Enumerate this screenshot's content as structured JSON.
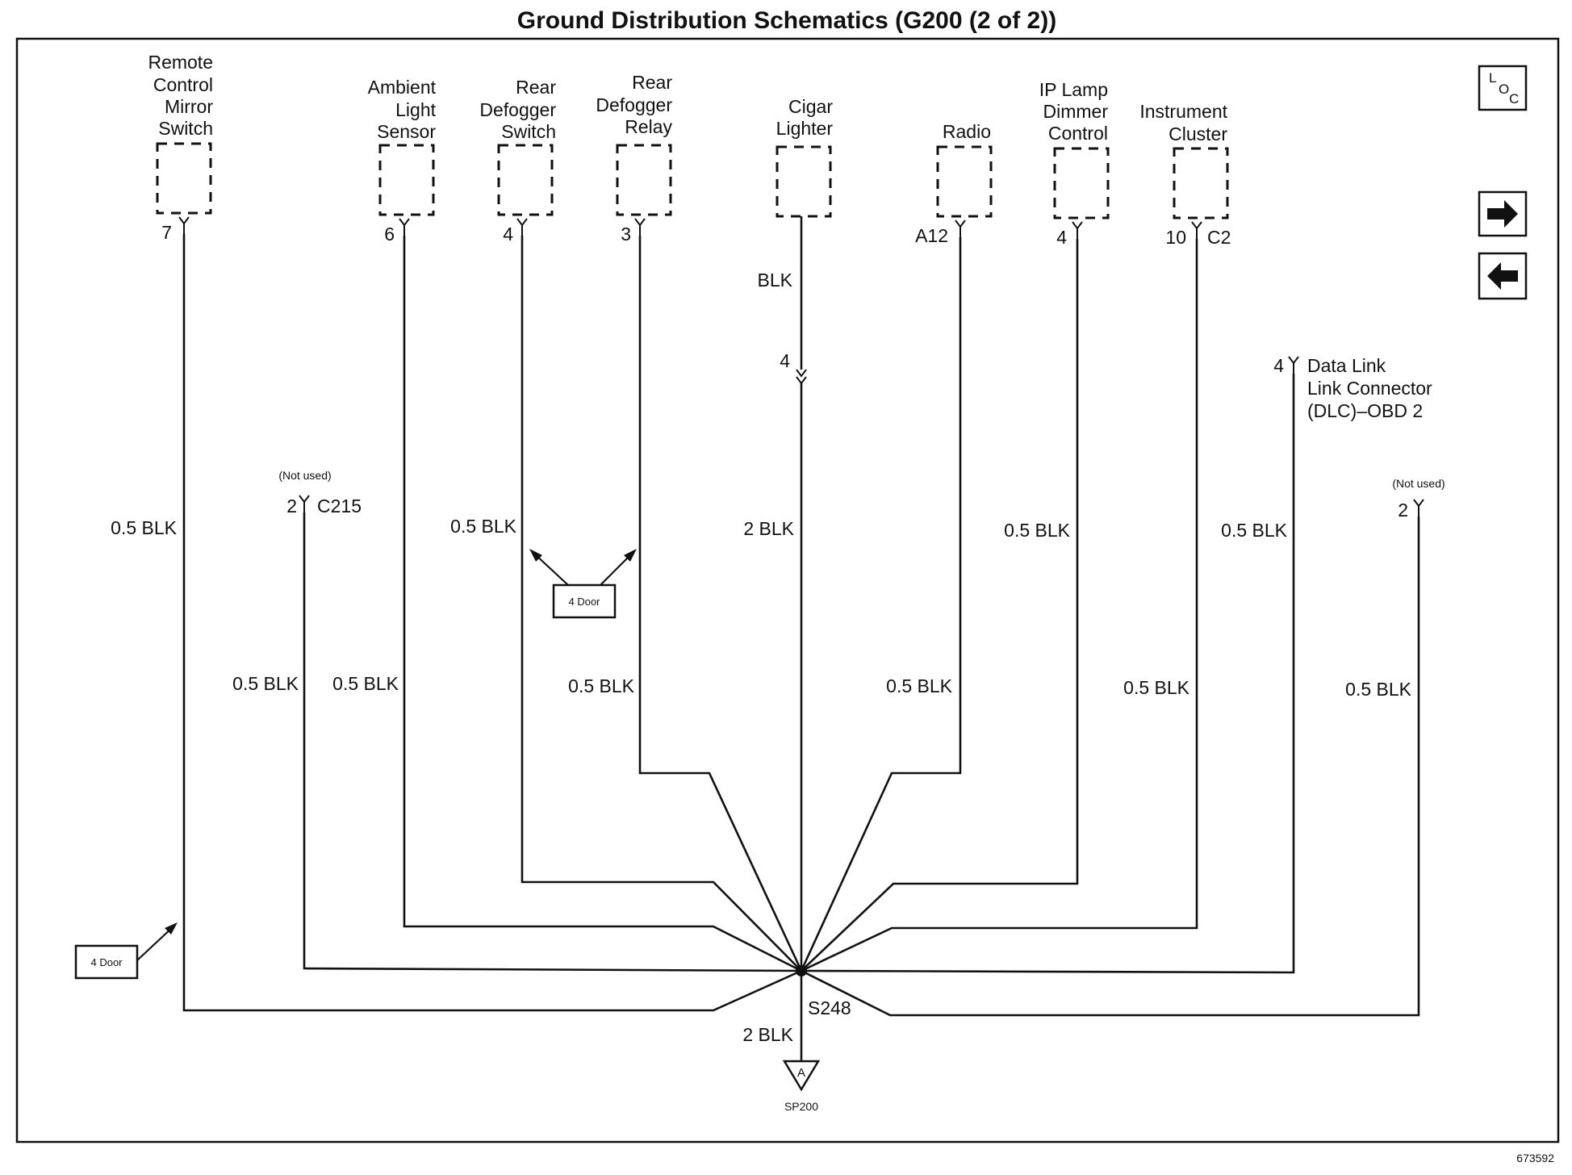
{
  "title": "Ground Distribution Schematics (G200 (2 of 2))",
  "components": [
    {
      "id": "remote-mirror",
      "lines": [
        "Remote",
        "Control",
        "Mirror",
        "Switch"
      ],
      "pin": "7",
      "wire_label": "0.5 BLK"
    },
    {
      "id": "ambient-light",
      "lines": [
        "Ambient",
        "Light",
        "Sensor"
      ],
      "pin": "6",
      "wire_label": "0.5 BLK"
    },
    {
      "id": "rear-defog-switch",
      "lines": [
        "Rear",
        "Defogger",
        "Switch"
      ],
      "pin": "4",
      "wire_label": "0.5 BLK",
      "wire_label_2": "0.5 BLK"
    },
    {
      "id": "rear-defog-relay",
      "lines": [
        "Rear",
        "Defogger",
        "Relay"
      ],
      "pin": "3",
      "wire_label": "0.5 BLK"
    },
    {
      "id": "cigar-lighter",
      "lines": [
        "Cigar",
        "Lighter"
      ],
      "wire_label_top": "BLK",
      "connector_pin": "4",
      "wire_label": "2 BLK"
    },
    {
      "id": "radio",
      "lines": [
        "Radio"
      ],
      "pin": "A12",
      "wire_label": "0.5 BLK"
    },
    {
      "id": "ip-lamp-dimmer",
      "lines": [
        "IP Lamp",
        "Dimmer",
        "Control"
      ],
      "pin": "4",
      "wire_label": "0.5 BLK"
    },
    {
      "id": "instrument-cluster",
      "lines": [
        "Instrument",
        "Cluster"
      ],
      "pin": "10",
      "connector": "C2",
      "wire_label": "0.5 BLK",
      "wire_label_2": "0.5 BLK"
    }
  ],
  "dlc": {
    "lines": [
      "Data Link",
      "Link Connector",
      "(DLC)–OBD 2"
    ],
    "pin": "4",
    "wire_label": "0.5 BLK"
  },
  "c215": {
    "note": "(Not used)",
    "pin": "2",
    "connector": "C215",
    "wire_label": "0.5 BLK"
  },
  "right_unused": {
    "note": "(Not used)",
    "pin": "2",
    "wire_label": "0.5 BLK"
  },
  "four_door_left": "4 Door",
  "four_door_mid": "4 Door",
  "splice": {
    "name": "S248",
    "wire_label": "2 BLK"
  },
  "ground": {
    "symbol": "A",
    "name": "SP200"
  },
  "loc_button": {
    "l": "L",
    "o": "O",
    "c": "C"
  },
  "nav": {
    "forward": "forward-arrow",
    "back": "back-arrow"
  },
  "figure_number": "673592"
}
